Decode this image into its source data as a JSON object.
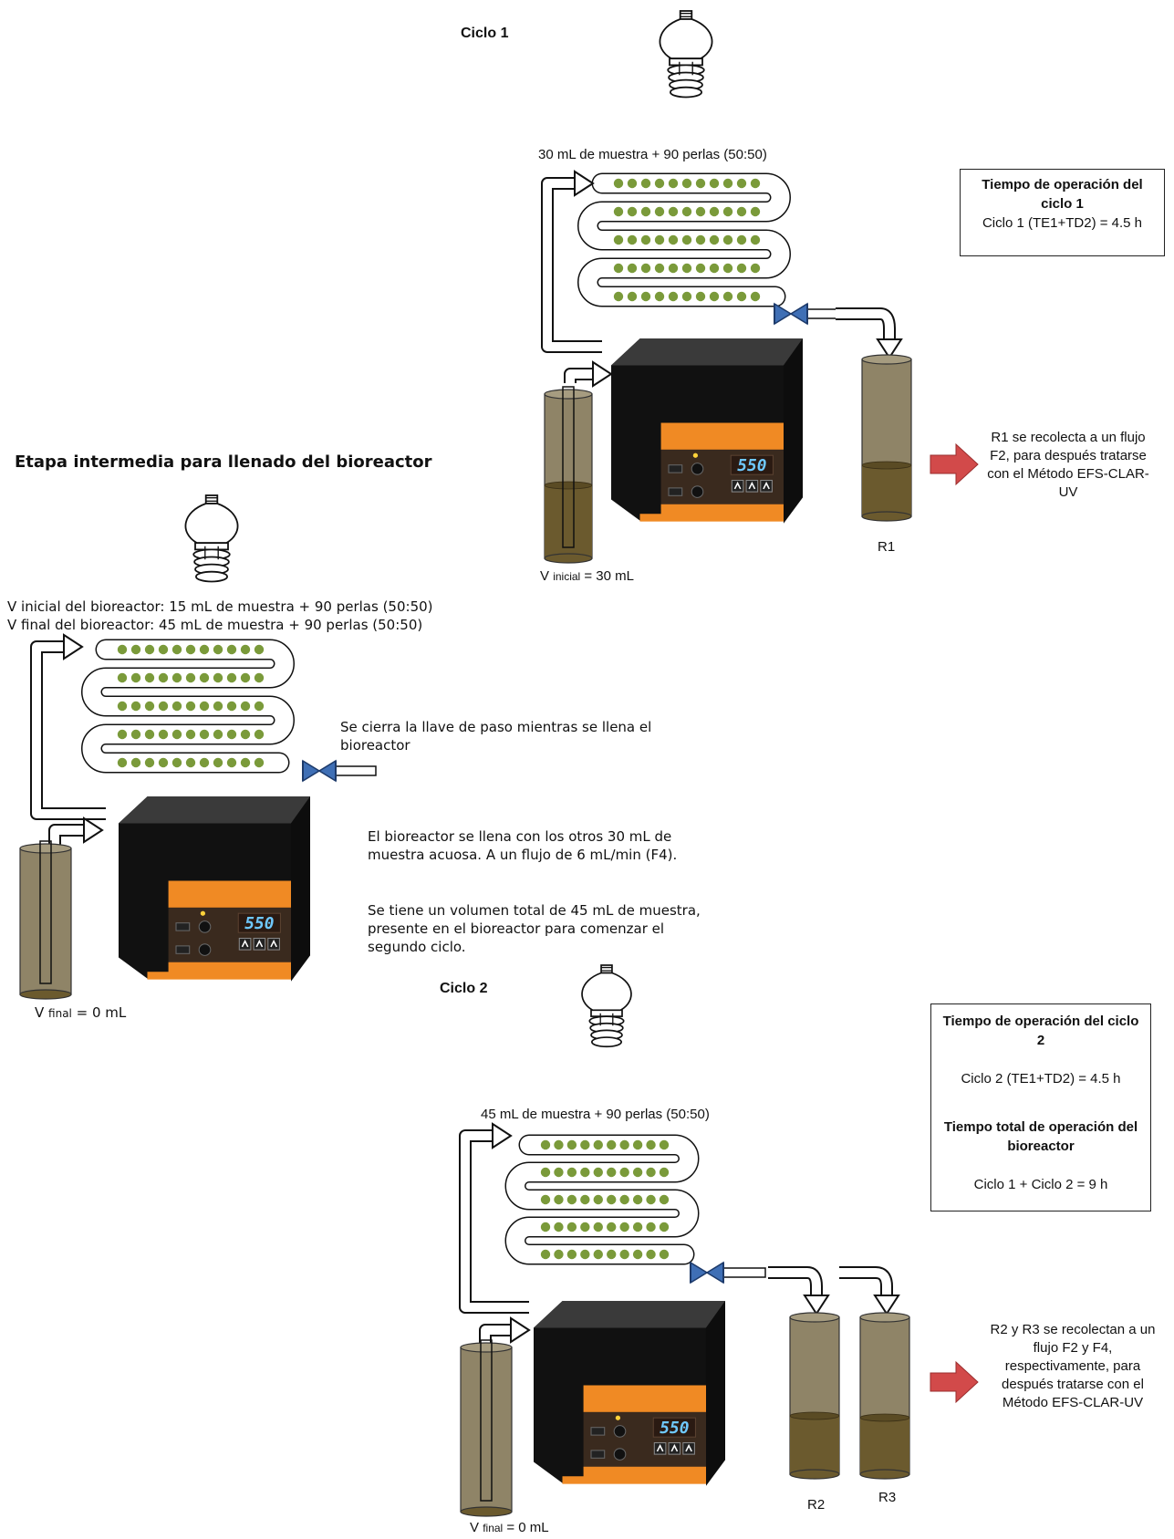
{
  "cycle1": {
    "title": "Ciclo 1",
    "bioreactor_label": "30 mL de muestra + 90 perlas (50:50)",
    "vinitial_prefix": "V ",
    "vinitial_sub": "inicial",
    "vinitial_suffix": " = 30 mL",
    "receiver_label": "R1",
    "arrow_note": "R1 se recolecta a un flujo F2, para después tratarse con el Método EFS-CLAR-UV",
    "box": {
      "title": "Tiempo de operación del ciclo 1",
      "line": "Ciclo 1 (TE1+TD2) = 4.5 h"
    }
  },
  "intermediate": {
    "title": "Etapa intermedia para llenado del bioreactor",
    "v_initial_line": "V inicial del bioreactor: 15 mL de muestra + 90 perlas (50:50)",
    "v_final_line": "V final del bioreactor: 45 mL de muestra + 90 perlas (50:50)",
    "valve_note": "Se cierra la llave de paso mientras se llena el bioreactor",
    "fill_note_1": "El bioreactor se llena con los otros 30 mL de muestra acuosa. A un flujo de 6 mL/min (F4).",
    "fill_note_2": "Se tiene un volumen total de 45 mL de muestra, presente en el bioreactor para comenzar el segundo ciclo.",
    "vfinal_prefix": "V ",
    "vfinal_sub": "final",
    "vfinal_suffix": " = 0 mL"
  },
  "cycle2": {
    "title": "Ciclo 2",
    "bioreactor_label": "45 mL de muestra + 90 perlas (50:50)",
    "vfinal_prefix": "V ",
    "vfinal_sub": "final",
    "vfinal_suffix": " = 0 mL",
    "receiver_labels": [
      "R2",
      "R3"
    ],
    "arrow_note": "R2 y R3 se recolectan a un flujo F2 y F4, respectivamente, para después tratarse con el Método EFS-CLAR-UV",
    "box": {
      "title": "Tiempo de operación del ciclo 2",
      "line": "Ciclo 2 (TE1+TD2) = 4.5 h",
      "total_title": "Tiempo total de operación del bioreactor",
      "total_line": "Ciclo 1 + Ciclo 2 = 9 h"
    }
  },
  "display_reading": "550",
  "colors": {
    "bead": "#7a9a3a",
    "liquid": "#6b5a2e",
    "tube": "#8f8467",
    "device_body": "#1c1c1c",
    "device_panel": "#f08a24",
    "arrow_red": "#d24a4a",
    "valve": "#3f6fb5"
  }
}
